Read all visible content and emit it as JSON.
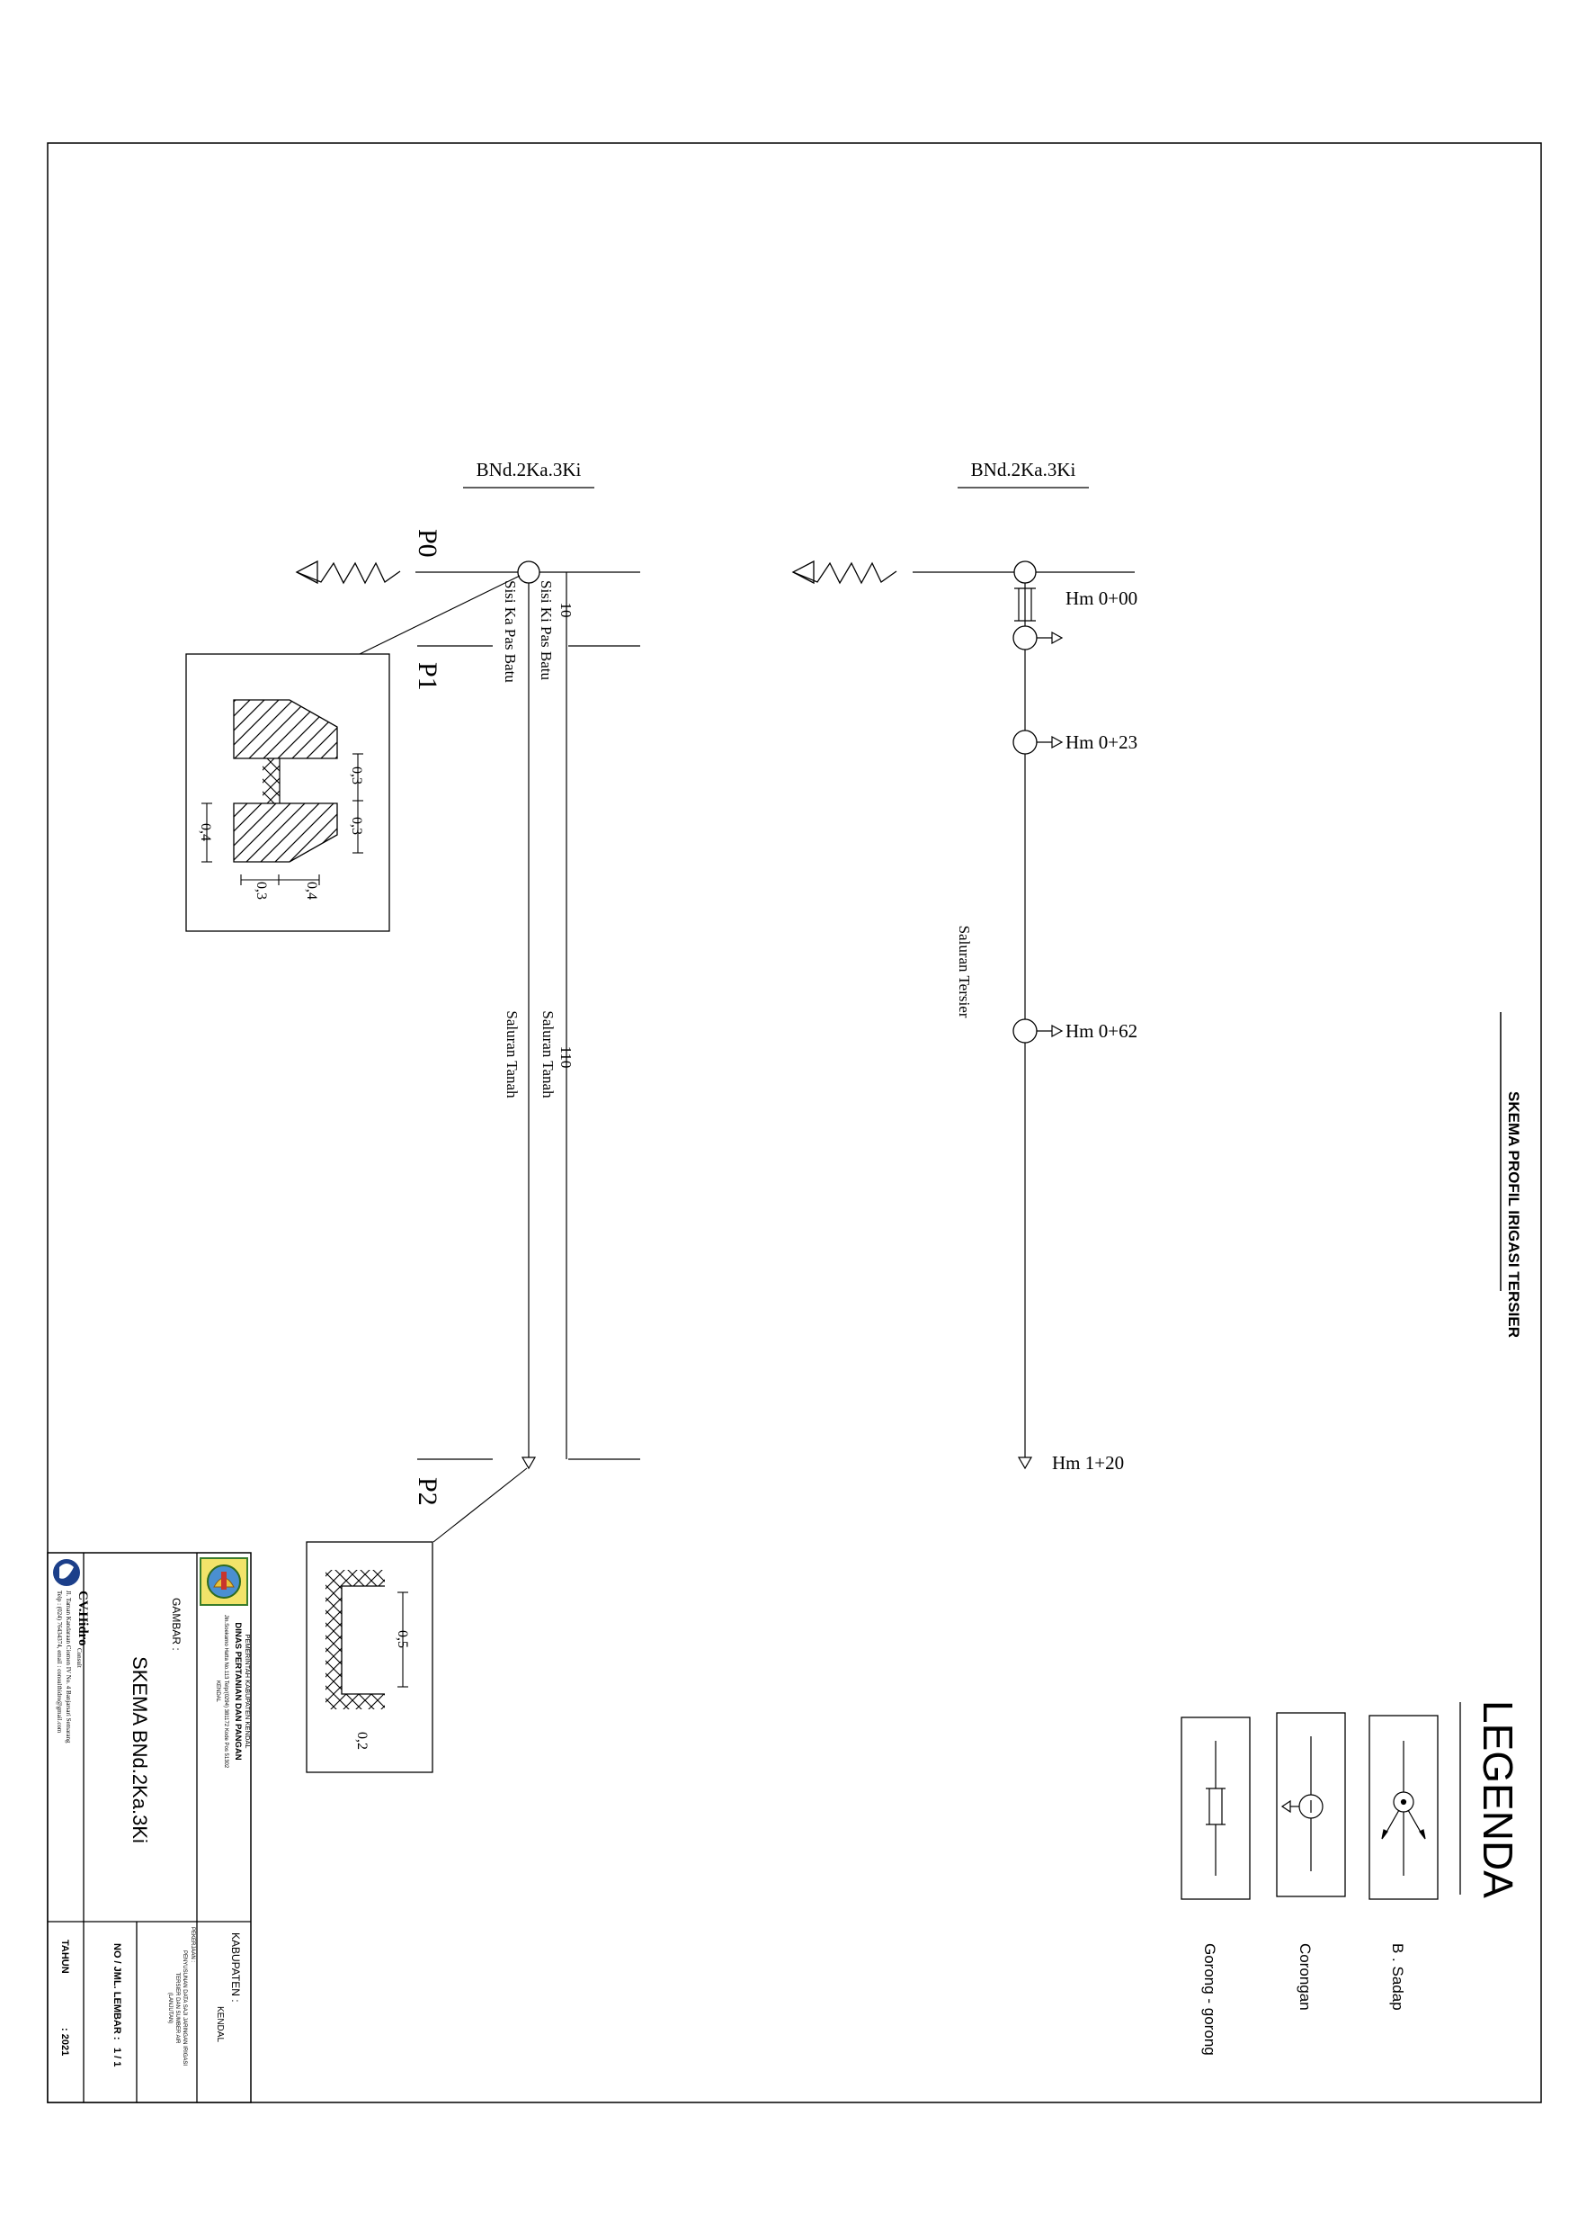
{
  "sheet_title": "SKEMA PROFIL IRIGASI TERSIER",
  "left_scheme": {
    "name": "BNd.2Ka.3Ki",
    "points": [
      "P0",
      "P1",
      "P2"
    ],
    "dim_top": "10",
    "dim_main": "110",
    "label_right_top": "Sisi Ki Pas Batu",
    "label_left_top": "Sisi Ka Pas Batu",
    "label_right_main": "Saluran Tanah",
    "label_left_main": "Saluran Tanah"
  },
  "right_scheme": {
    "name": "BNd.2Ka.3Ki",
    "channel_label": "Saluran Tersier",
    "stations": [
      "Hm 0+00",
      "Hm 0+23",
      "Hm 0+62",
      "Hm 1+20"
    ]
  },
  "detail_stone": {
    "dims": [
      "0,3",
      "0,3",
      "0,4",
      "0,4",
      "0,3"
    ]
  },
  "detail_earth": {
    "dims": [
      "0,5",
      "0,2"
    ]
  },
  "legend": {
    "title": "LEGENDA",
    "items": [
      "B . Sadap",
      "Corongan",
      "Gorong - gorong"
    ]
  },
  "title_block": {
    "gov_line1": "PEMERINTAH KABUPATEN KENDAL",
    "gov_line2": "DINAS PERTANIAN DAN PANGAN",
    "gov_line3": "Jln.Soekarno Hatta No.113 Telp/(0294) 381172 Kode Pos 51302",
    "gov_line4": "KENDAL",
    "kabupaten_label": "KABUPATEN :",
    "kabupaten_value": "KENDAL",
    "pekerjaan_label": "PEKERJAAN :",
    "pekerjaan_line1": "PENYUSUNAN DATA SAJI JARINGAN IRIGASI",
    "pekerjaan_line2": "TERSIER DAN SUMBER AIR",
    "pekerjaan_line3": "(LANJUTAN)",
    "gambar_label": "GAMBAR :",
    "gambar_value": "SKEMA BNd.2Ka.3Ki",
    "sheet_label": "NO / JML. LEMBAR :",
    "sheet_value": "1 / 1",
    "year_label": "TAHUN",
    "year_value": ": 2021",
    "firm_name": "CV.Hidro",
    "firm_sub": "Consult",
    "firm_addr": "Jl. Taman Kandaraan Ciomen IV No. 4 Banjarsari Semarang",
    "firm_contact": "Telp : (024) 76434374, email : consulthidro@gmail.com"
  }
}
